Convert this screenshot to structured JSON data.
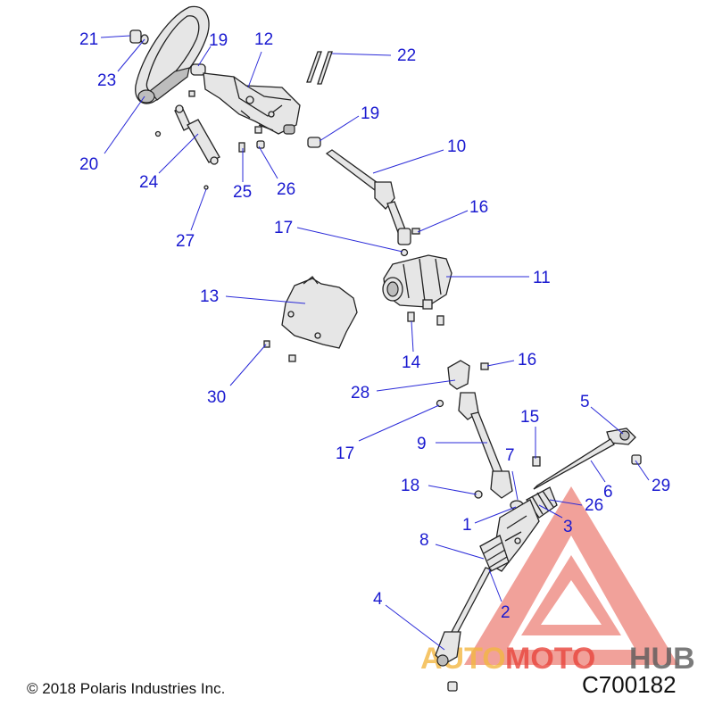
{
  "callouts": [
    {
      "id": "c21",
      "text": "21"
    },
    {
      "id": "c23",
      "text": "23"
    },
    {
      "id": "c19a",
      "text": "19"
    },
    {
      "id": "c12",
      "text": "12"
    },
    {
      "id": "c22",
      "text": "22"
    },
    {
      "id": "c19b",
      "text": "19"
    },
    {
      "id": "c20",
      "text": "20"
    },
    {
      "id": "c24",
      "text": "24"
    },
    {
      "id": "c25",
      "text": "25"
    },
    {
      "id": "c26a",
      "text": "26"
    },
    {
      "id": "c10",
      "text": "10"
    },
    {
      "id": "c16a",
      "text": "16"
    },
    {
      "id": "c27",
      "text": "27"
    },
    {
      "id": "c17a",
      "text": "17"
    },
    {
      "id": "c11",
      "text": "11"
    },
    {
      "id": "c13",
      "text": "13"
    },
    {
      "id": "c14",
      "text": "14"
    },
    {
      "id": "c16b",
      "text": "16"
    },
    {
      "id": "c30",
      "text": "30"
    },
    {
      "id": "c28",
      "text": "28"
    },
    {
      "id": "c5",
      "text": "5"
    },
    {
      "id": "c15",
      "text": "15"
    },
    {
      "id": "c17b",
      "text": "17"
    },
    {
      "id": "c9",
      "text": "9"
    },
    {
      "id": "c7",
      "text": "7"
    },
    {
      "id": "c29",
      "text": "29"
    },
    {
      "id": "c18",
      "text": "18"
    },
    {
      "id": "c6",
      "text": "6"
    },
    {
      "id": "c26b",
      "text": "26"
    },
    {
      "id": "c1",
      "text": "1"
    },
    {
      "id": "c3",
      "text": "3"
    },
    {
      "id": "c8",
      "text": "8"
    },
    {
      "id": "c2",
      "text": "2"
    },
    {
      "id": "c4",
      "text": "4"
    }
  ],
  "footer": {
    "copyright": "© 2018 Polaris Industries Inc.",
    "diagram_code": "C700182"
  },
  "watermark": {
    "text_auto": "AUTO",
    "text_moto": "MOTO",
    "text_hub": "HUB",
    "color_triangle": "#e8453c",
    "color_auto": "#f2b642",
    "color_moto": "#e8453c",
    "color_hub": "#5a5a5a"
  }
}
